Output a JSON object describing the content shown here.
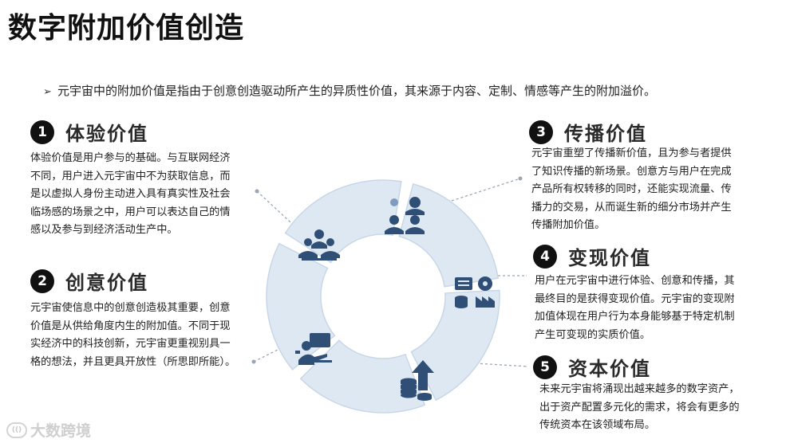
{
  "title": "数字附加价值创造",
  "intro": {
    "arrow": "➢",
    "text": "元宇宙中的附加价值是指由于创意创造驱动所产生的异质性价值，其来源于内容、定制、情感等产生的附加溢价。"
  },
  "sections": [
    {
      "num": "1",
      "title": "体验价值",
      "body": [
        "体验价值是用户参与的基础。与互联网经济",
        "不同，用户进入元宇宙中不为获取信息，而",
        "是以虚拟人身份主动进入具有真实性及社会",
        "临场感的场景之中，用户可以表达自己的情",
        "感以及参与到经济活动生产中。"
      ]
    },
    {
      "num": "2",
      "title": "创意价值",
      "body": [
        "元宇宙使信息中的创意创造极其重要，创意",
        "价值是从供给角度内生的附加值。不同于现",
        "实经济中的科技创新，元宇宙更重视别具一",
        "格的想法，并且更具开放性（所思即所能）。"
      ]
    },
    {
      "num": "3",
      "title": "传播价值",
      "body": [
        "元宇宙重塑了传播新价值，且为参与者提供",
        "了知识传播的新场景。创意方与用户在完成",
        "产品所有权转移的同时，还能实现流量、传",
        "播力的交易，从而诞生新的细分市场并产生",
        "传播附加价值。"
      ]
    },
    {
      "num": "4",
      "title": "变现价值",
      "body": [
        "用户在元宇宙中进行体验、创意和传播，其",
        "最终目的是获得变现价值。元宇宙的变现附",
        "加值体现在用户行为本身能够基于特定机制",
        "产生可变现的实质价值。"
      ]
    },
    {
      "num": "5",
      "title": "资本价值",
      "body": [
        "未来元宇宙将涌现出越来越多的数字资产，",
        "出于资产配置多元化的需求，将会有更多的",
        "传统资本在该领域布局。"
      ]
    }
  ],
  "colors": {
    "segment_fill": "#dde8f3",
    "segment_stroke": "#c8d7e8",
    "icon": "#2f4f77",
    "leader": "#9aa6b2"
  },
  "icons": [
    "people-group-icon",
    "user-group-icon",
    "data-devices-icon",
    "money-growth-icon",
    "presenter-icon"
  ],
  "watermark": {
    "logo_text": "(()",
    "text": "大数跨境"
  }
}
